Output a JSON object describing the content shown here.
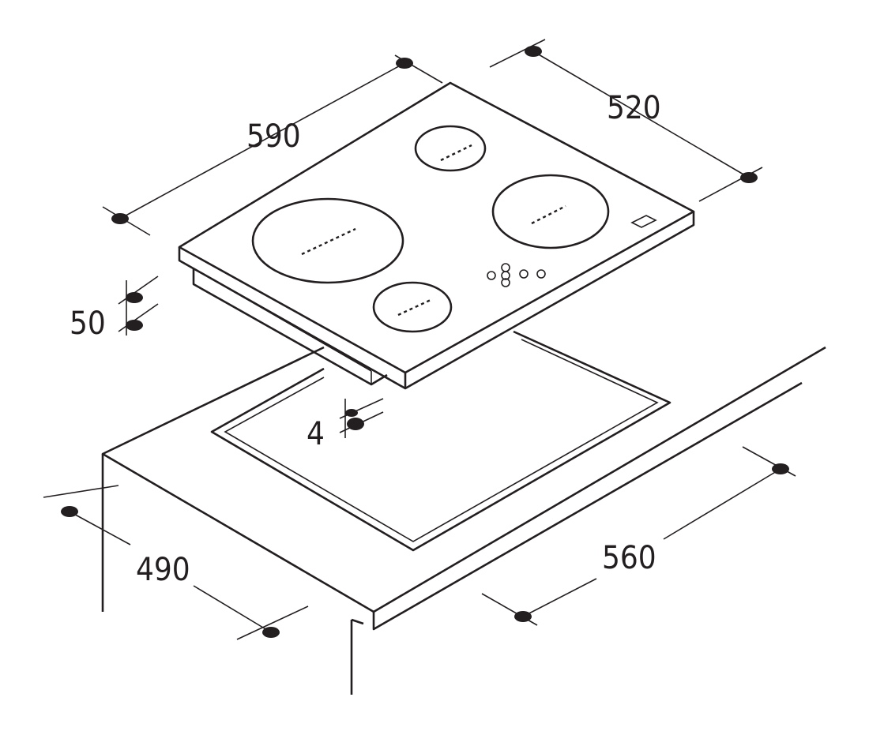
{
  "title": "Built-in hob cutout installation diagram",
  "dimensions": {
    "hob_width": "590",
    "hob_depth": "520",
    "hob_height": "50",
    "clearance": "4",
    "cutout_depth": "490",
    "cutout_width": "560"
  },
  "colors": {
    "line": "#231f20",
    "background": "#ffffff"
  }
}
